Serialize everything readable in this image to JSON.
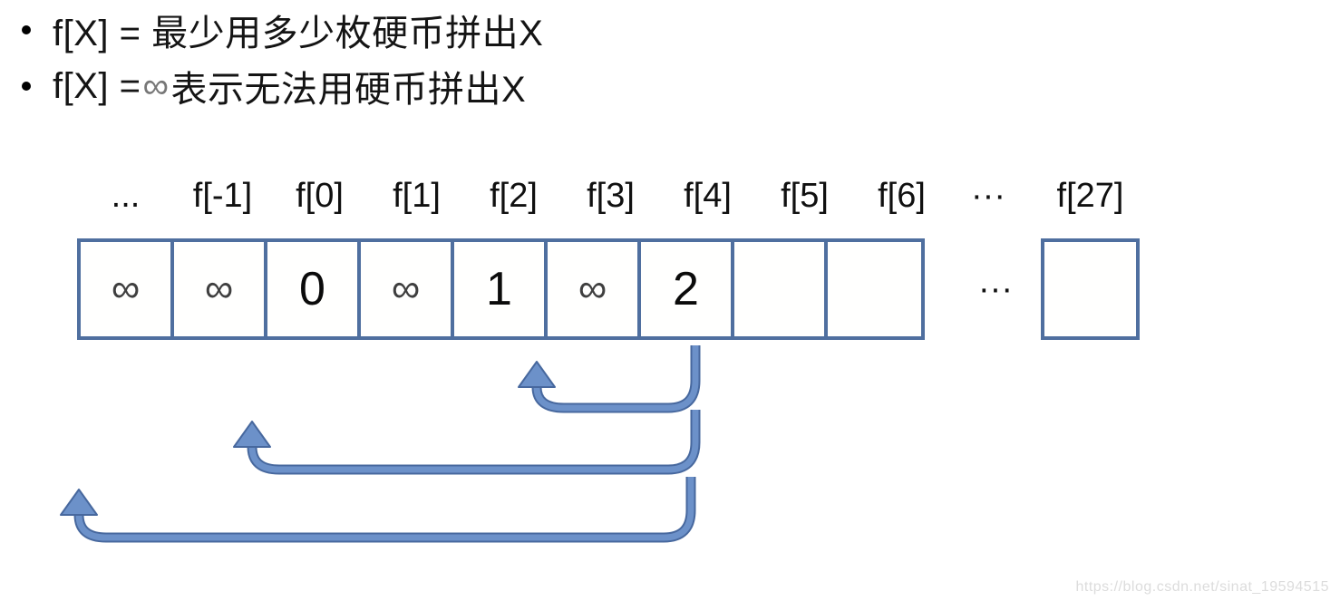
{
  "bullets": {
    "line1": "f[X] = 最少用多少枚硬币拼出X",
    "line2_prefix": "f[X] = ",
    "line2_infinity": "∞",
    "line2_suffix": " 表示无法用硬币拼出X"
  },
  "array_diagram": {
    "labels": [
      "...",
      "f[-1]",
      "f[0]",
      "f[1]",
      "f[2]",
      "f[3]",
      "f[4]",
      "f[5]",
      "f[6]"
    ],
    "values": [
      "∞",
      "∞",
      "0",
      "∞",
      "1",
      "∞",
      "2",
      "",
      ""
    ],
    "gap_ellipsis_label": "···",
    "gap_ellipsis_cell": "···",
    "far_label": "f[27]",
    "far_value": ""
  },
  "arrows": [
    {
      "from": "f[4]",
      "to": "f[2]"
    },
    {
      "from": "f[4]",
      "to": "f[0]"
    },
    {
      "from": "f[4]",
      "to": "..."
    }
  ],
  "watermark": "https://blog.csdn.net/sinat_19594515",
  "colors": {
    "cell_border": "#4f6f9f",
    "arrow_fill": "#6c91c9",
    "arrow_edge": "#47689e",
    "number_text": "#0b0b0b",
    "infinity_text": "#3f3f3f",
    "inline_infinity_text": "#777777",
    "watermark_text": "#dcdcdc"
  }
}
